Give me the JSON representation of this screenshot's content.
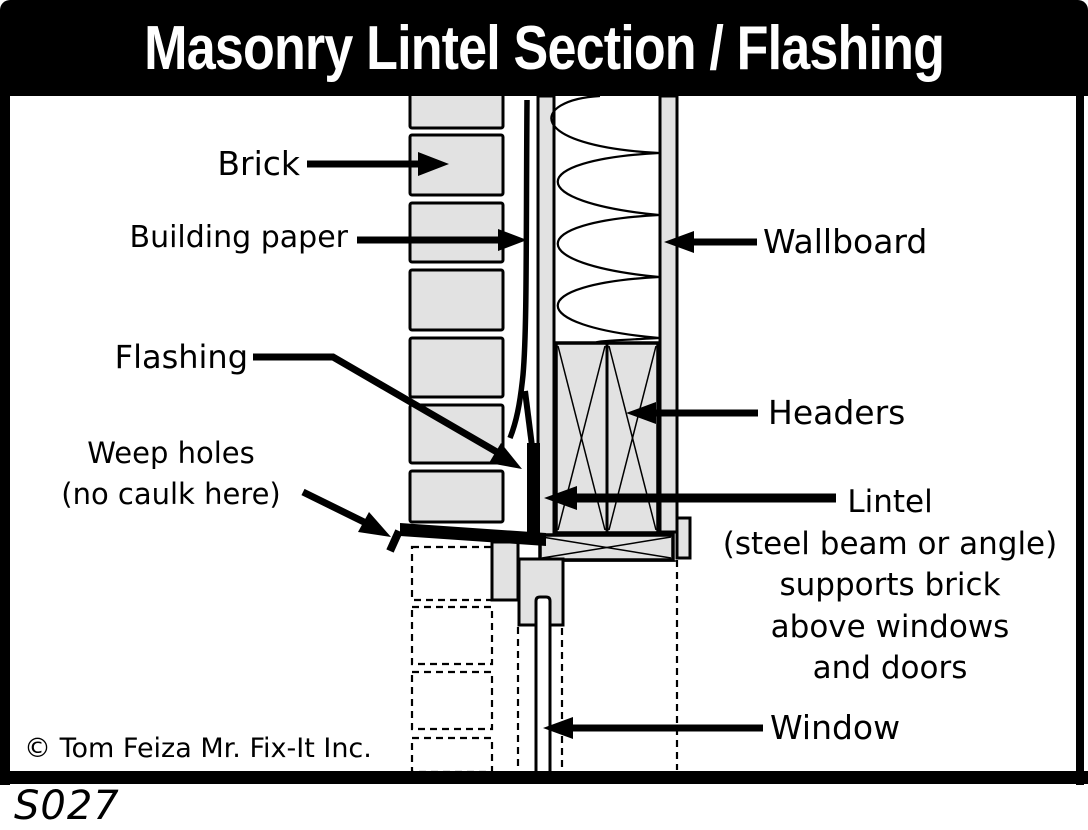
{
  "header": {
    "title": "Masonry Lintel Section / Flashing"
  },
  "diagram": {
    "labels": {
      "brick": "Brick",
      "building_paper": "Building paper",
      "wallboard": "Wallboard",
      "flashing": "Flashing",
      "weep_holes": [
        "Weep holes",
        "(no caulk here)"
      ],
      "headers": "Headers",
      "lintel": [
        "Lintel",
        "(steel beam or angle)",
        "supports brick",
        "above windows",
        "and doors"
      ],
      "window": "Window"
    },
    "copyright": "© Tom Feiza Mr. Fix-It Inc.",
    "figure_code": "S027",
    "colors": {
      "ink": "#000000",
      "material_gray": "#e2e2e2",
      "background": "#ffffff"
    }
  }
}
